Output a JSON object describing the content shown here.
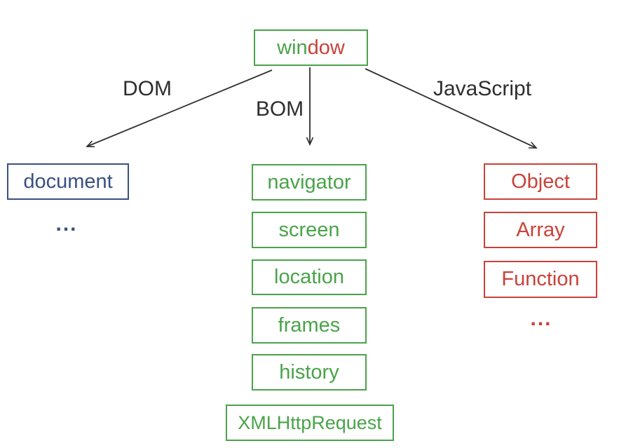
{
  "root": {
    "green_part": "win",
    "red_part": "dow"
  },
  "branch_labels": {
    "dom": "DOM",
    "bom": "BOM",
    "js": "JavaScript"
  },
  "dom_column": {
    "node": "document",
    "ellipsis": "..."
  },
  "bom_column": {
    "nodes": [
      "navigator",
      "screen",
      "location",
      "frames",
      "history",
      "XMLHttpRequest"
    ]
  },
  "js_column": {
    "nodes": [
      "Object",
      "Array",
      "Function"
    ],
    "ellipsis": "..."
  },
  "colors": {
    "green": "#4AA34A",
    "red": "#C8423A",
    "blue": "#3A5080",
    "line": "#2E2E2E"
  }
}
